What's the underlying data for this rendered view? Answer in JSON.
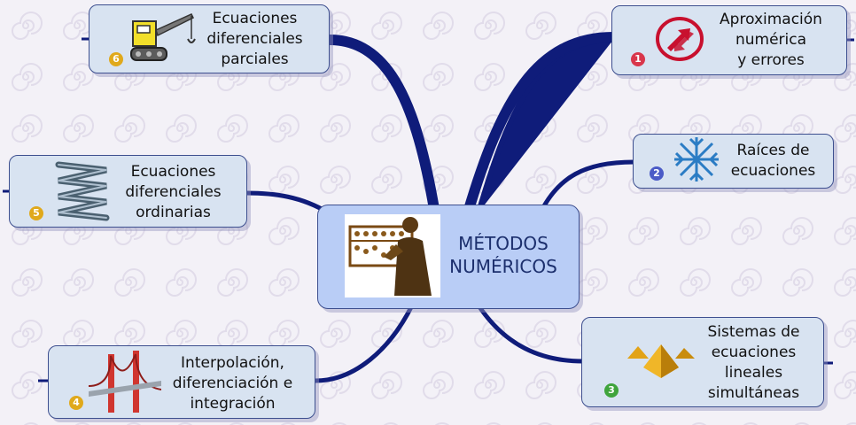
{
  "central": {
    "label": "MÉTODOS\nNUMÉRICOS"
  },
  "colors": {
    "branch": "#0f1c7a",
    "node_fill": "#d8e3f1",
    "central_fill": "#b9cdf6",
    "node_border": "#3d4f8f"
  },
  "topics": [
    {
      "number": "1",
      "label": "Aproximación\nnumérica\ny errores",
      "icon": "arrows-icon",
      "badge_color": "#d9364b"
    },
    {
      "number": "2",
      "label": "Raíces de\necuaciones",
      "icon": "snowflake-icon",
      "badge_color": "#4b5bc7"
    },
    {
      "number": "3",
      "label": "Sistemas de\necuaciones\nlineales\nsimultáneas",
      "icon": "pyramids-icon",
      "badge_color": "#3fa43c"
    },
    {
      "number": "4",
      "label": "Interpolación,\ndiferenciación e\nintegración",
      "icon": "bridge-icon",
      "badge_color": "#e0a91c"
    },
    {
      "number": "5",
      "label": "Ecuaciones\ndiferenciales\nordinarias",
      "icon": "spring-icon",
      "badge_color": "#e0a91c"
    },
    {
      "number": "6",
      "label": "Ecuaciones\ndiferenciales\nparciales",
      "icon": "crane-icon",
      "badge_color": "#e0a91c"
    }
  ]
}
